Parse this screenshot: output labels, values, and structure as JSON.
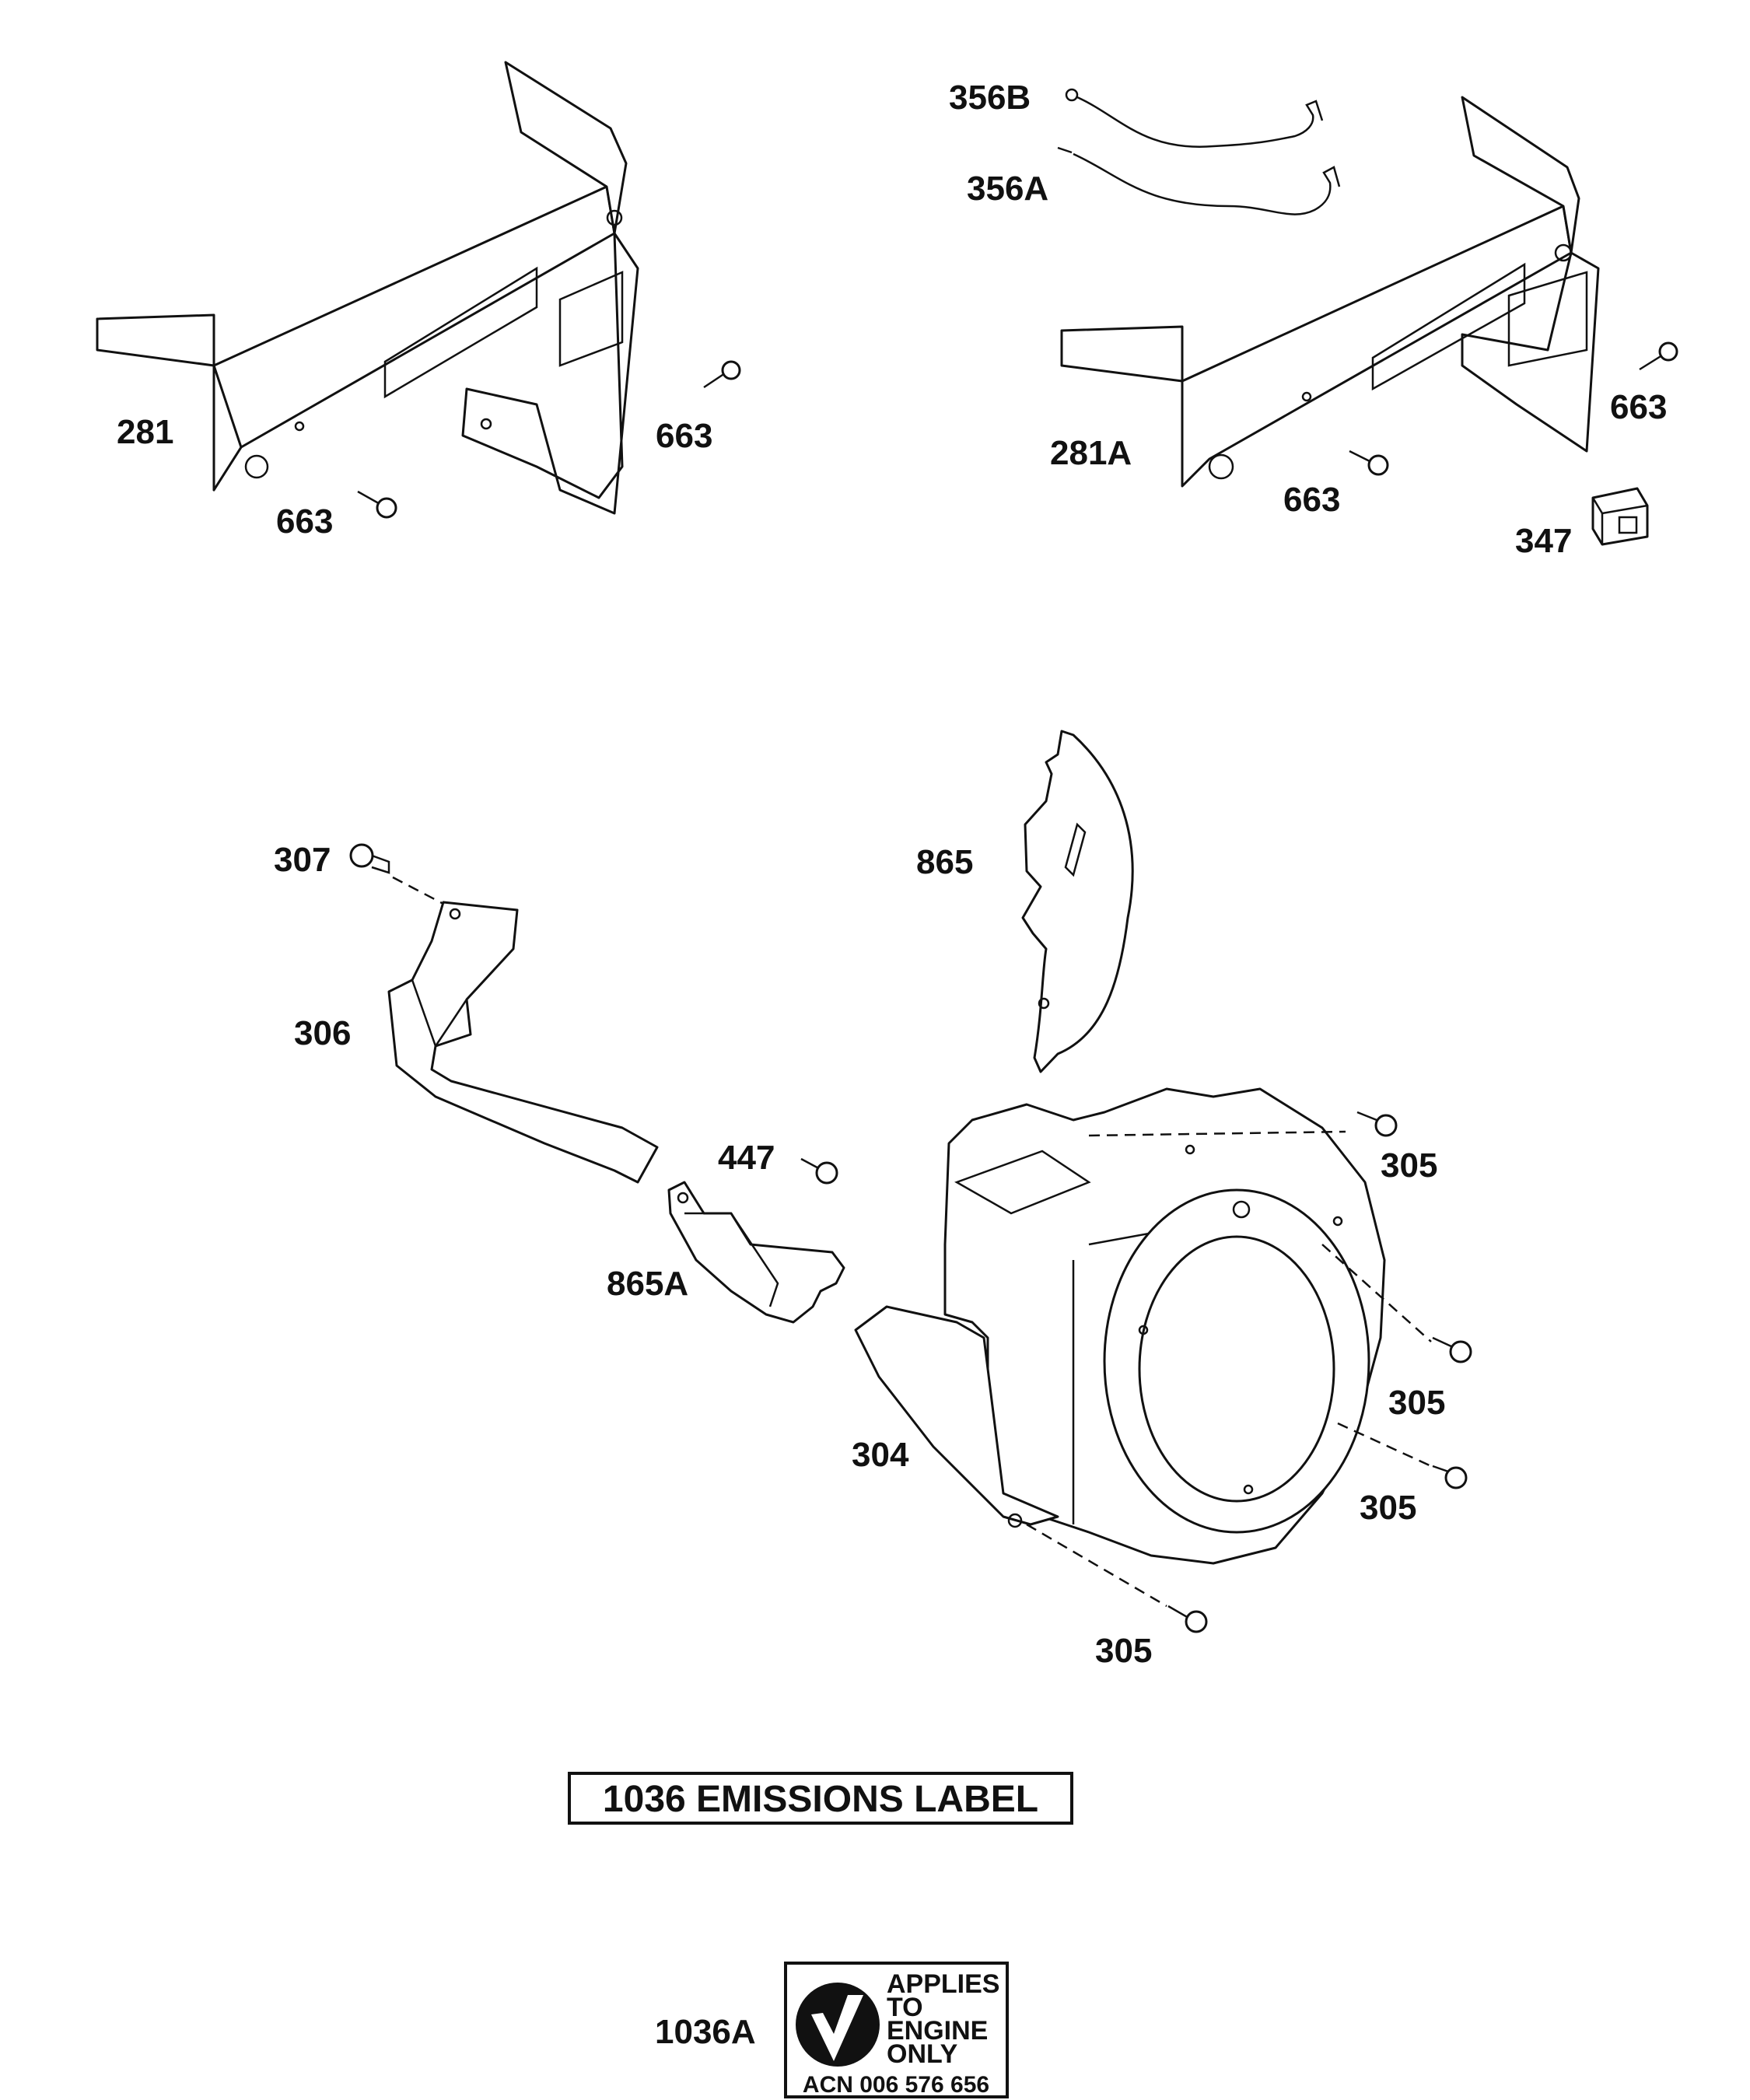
{
  "callouts": {
    "p281": "281",
    "p663_a": "663",
    "p663_b": "663",
    "p356B": "356B",
    "p356A": "356A",
    "p281A": "281A",
    "p663_c": "663",
    "p663_d": "663",
    "p347": "347",
    "p307": "307",
    "p306": "306",
    "p865": "865",
    "p447": "447",
    "p865A": "865A",
    "p305_a": "305",
    "p305_b": "305",
    "p305_c": "305",
    "p305_d": "305",
    "p304": "304",
    "p1036A": "1036A"
  },
  "emissions_box": {
    "text": "1036 EMISSIONS LABEL"
  },
  "decal": {
    "line1": "APPLIES",
    "line2": "TO",
    "line3": "ENGINE",
    "line4": "ONLY",
    "acn": "ACN 006 576 656"
  }
}
